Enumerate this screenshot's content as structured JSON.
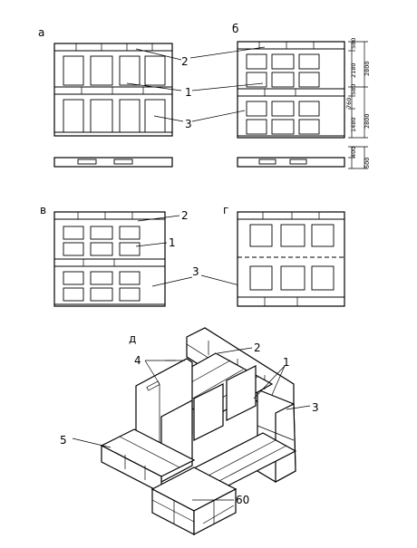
{
  "panel_letters": {
    "a": "а",
    "b": "б",
    "v": "в",
    "g": "г",
    "d": "д"
  },
  "callouts": {
    "n1": "1",
    "n2": "2",
    "n3": "3",
    "n4": "4",
    "n5": "5",
    "n60": "60"
  },
  "dimensions": {
    "d580_top": "580",
    "d2180": "2180",
    "d2800_top": "2800",
    "d580_mid": "580",
    "d760": "760",
    "d1480": "1480",
    "d2800_bot": "2800",
    "d400": "400",
    "d500": "500"
  }
}
